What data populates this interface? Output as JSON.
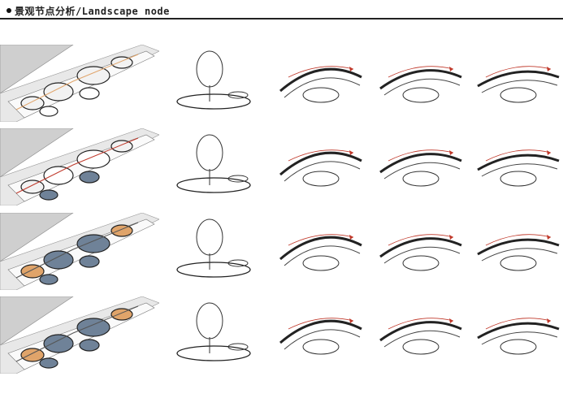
{
  "header": {
    "title": "景观节点分析/Landscape node"
  },
  "colors": {
    "accent_blue": "#6f8298",
    "accent_orange": "#e0a46a",
    "red_arrow": "#c0392b",
    "gray_wall": "#c9c9c9"
  },
  "rows": [
    {
      "name": "node-1",
      "fills": [
        "#f2f2f2",
        "#f2f2f2",
        "#ffffff"
      ],
      "line_color": "#e0a46a"
    },
    {
      "name": "node-2",
      "fills": [
        "#f2f2f2",
        "#ffffff",
        "#6f8298"
      ],
      "line_color": "#c0392b"
    },
    {
      "name": "node-3",
      "fills": [
        "#e0a46a",
        "#6f8298",
        "#6f8298"
      ],
      "line_color": "#555555"
    },
    {
      "name": "node-4",
      "fills": [
        "#e0a46a",
        "#6f8298",
        "#6f8298"
      ],
      "line_color": "#555555"
    }
  ]
}
